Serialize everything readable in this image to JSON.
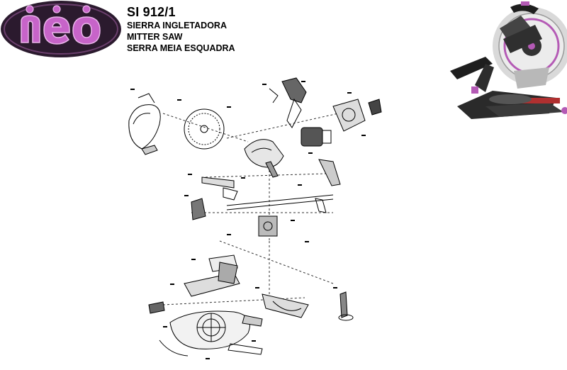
{
  "logo": {
    "brand_text": "nēō",
    "colors": {
      "outer": "#2b1a2e",
      "fill": "#c764c9",
      "accent": "#e9b4ea"
    }
  },
  "header": {
    "model": "SI 912/1",
    "subtitles": [
      "SIERRA INGLETADORA",
      "MITTER SAW",
      "SERRA MEIA ESQUADRA"
    ]
  },
  "product_photo": {
    "icon": "miter-saw-photo",
    "colors": {
      "body": "#2a2a2a",
      "accent": "#b45ab5",
      "guard": "#d9d9d9"
    }
  },
  "diagram": {
    "icon": "exploded-parts-diagram"
  }
}
